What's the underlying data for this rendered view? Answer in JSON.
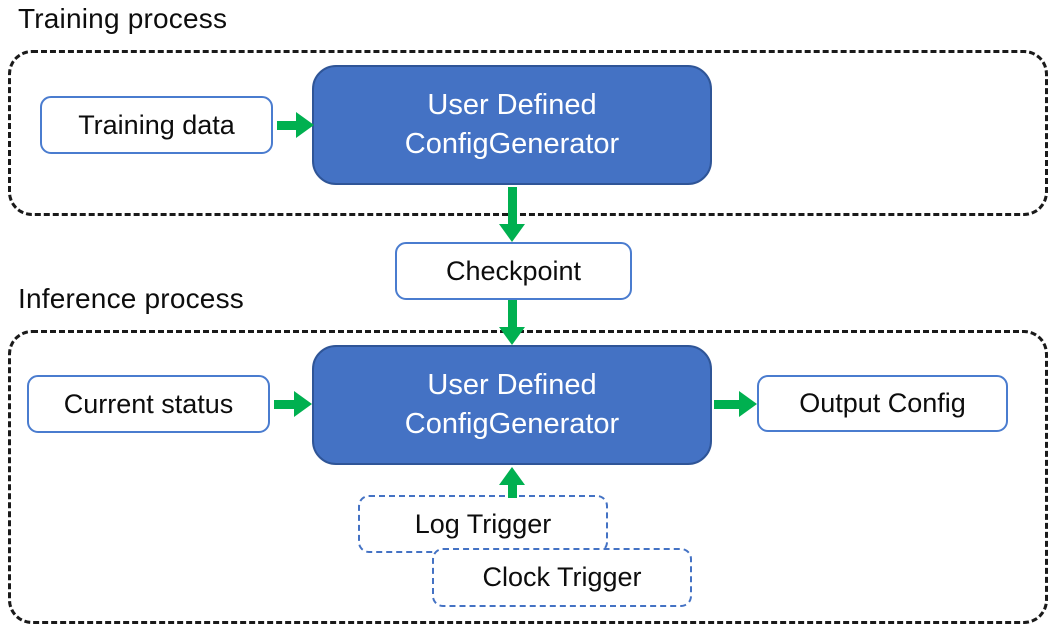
{
  "colors": {
    "background": "#FFFFFF",
    "blue_fill": "#4472C4",
    "blue_border": "#2F5597",
    "light_box_border": "#4A7CCF",
    "trigger_border": "#4472C4",
    "container_border": "#1A1A1A",
    "arrow_green": "#00B050",
    "text_dark": "#0D0D0D",
    "text_white": "#FFFFFF"
  },
  "sections": {
    "training": {
      "label": "Training process"
    },
    "inference": {
      "label": "Inference process"
    }
  },
  "nodes": {
    "training_data": {
      "label": "Training data"
    },
    "training_generator": {
      "lines": [
        "User Defined",
        "ConfigGenerator"
      ]
    },
    "checkpoint": {
      "label": "Checkpoint"
    },
    "current_status": {
      "label": "Current status"
    },
    "inference_generator": {
      "lines": [
        "User Defined",
        "ConfigGenerator"
      ]
    },
    "output_config": {
      "label": "Output Config"
    },
    "log_trigger": {
      "label": "Log Trigger"
    },
    "clock_trigger": {
      "label": "Clock Trigger"
    }
  }
}
